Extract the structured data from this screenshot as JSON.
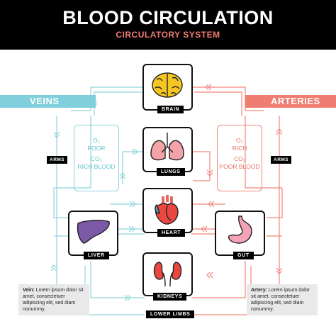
{
  "header": {
    "title": "BLOOD CIRCULATION",
    "subtitle": "CIRCULATORY SYSTEM"
  },
  "banners": {
    "veins": "VEINS",
    "arteries": "ARTERIES"
  },
  "organs": {
    "brain": "BRAIN",
    "lungs": "LUNGS",
    "heart": "HEART",
    "liver": "LIVER",
    "gut": "GUT",
    "kidneys": "KIDNEYS",
    "lower_limbs": "LOWER LIMBS"
  },
  "side_tags": {
    "arms_left": "ARMS",
    "arms_right": "ARMS"
  },
  "gas_left": {
    "line1": "O₂",
    "line2": "POOR",
    "line3": "CO₂",
    "line4": "RICH BLOOD"
  },
  "gas_right": {
    "line1": "O₂",
    "line2": "RICH",
    "line3": "CO₂",
    "line4": "POOR BLOOD"
  },
  "notes": {
    "vein_label": "Vein:",
    "vein_text": "Lorem ipsum dolor sit amet, consectetuer adipiscing elit, sed diam nonummy.",
    "artery_label": "Artery:",
    "artery_text": "Lorem ipsum dolor sit amet, consectetuer adipiscing elit, sed diam nonummy."
  },
  "colors": {
    "vein": "#8fd3dc",
    "artery": "#f0877c",
    "vein_banner": "#7fd0dc",
    "artery_banner": "#ef7d72",
    "subtitle": "#f07d72"
  },
  "icons": [
    "brain-icon",
    "lungs-icon",
    "heart-icon",
    "liver-icon",
    "stomach-icon",
    "kidneys-icon"
  ]
}
